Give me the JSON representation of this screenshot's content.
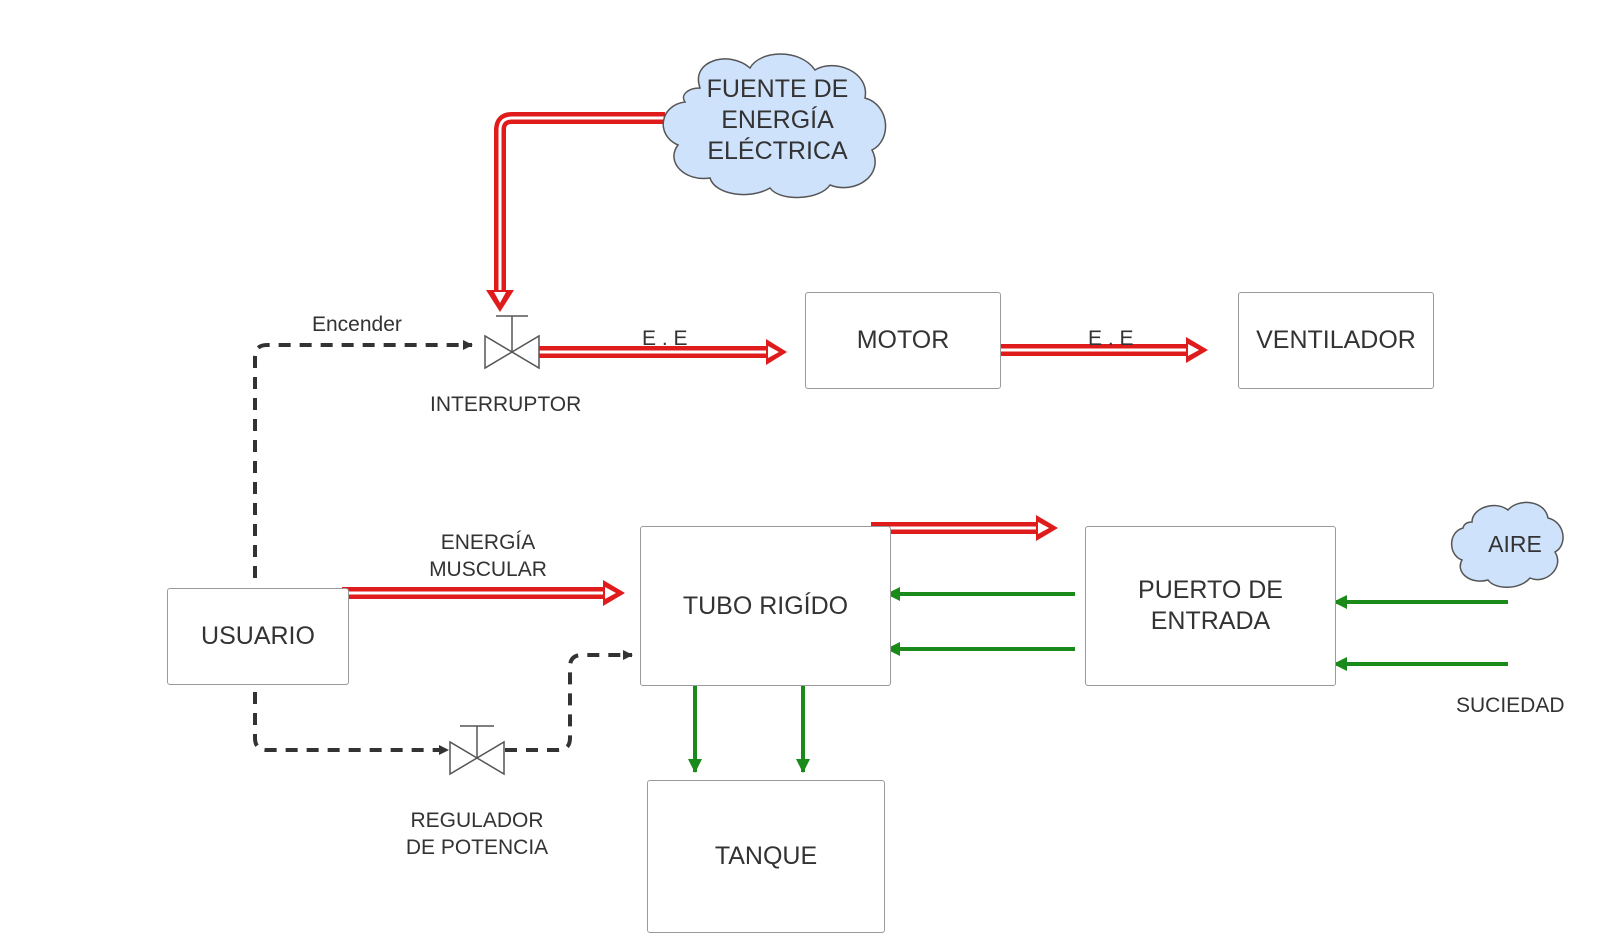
{
  "diagram": {
    "colors": {
      "energy_flow": "#e01b1b",
      "material_flow": "#1a8a1a",
      "signal_flow": "#333333",
      "cloud_fill": "#cfe2fb",
      "box_border": "#9a9a9a"
    },
    "nodes": {
      "fuente": {
        "lines": [
          "FUENTE DE",
          "ENERGÍA",
          "ELÉCTRICA"
        ]
      },
      "motor": {
        "label": "MOTOR"
      },
      "ventilador": {
        "label": "VENTILADOR"
      },
      "usuario": {
        "label": "USUARIO"
      },
      "tubo": {
        "label": "TUBO RIGÍDO"
      },
      "puerto": {
        "lines": [
          "PUERTO DE",
          "ENTRADA"
        ]
      },
      "tanque": {
        "label": "TANQUE"
      },
      "aire": {
        "label": "AIRE"
      }
    },
    "labels": {
      "encender": "Encender",
      "interruptor": "INTERRUPTOR",
      "ee_1": "E . E",
      "ee_2": "E . E",
      "energia_muscular": [
        "ENERGÍA",
        "MUSCULAR"
      ],
      "regulador": [
        "REGULADOR",
        "DE POTENCIA"
      ],
      "suciedad": "SUCIEDAD"
    }
  }
}
